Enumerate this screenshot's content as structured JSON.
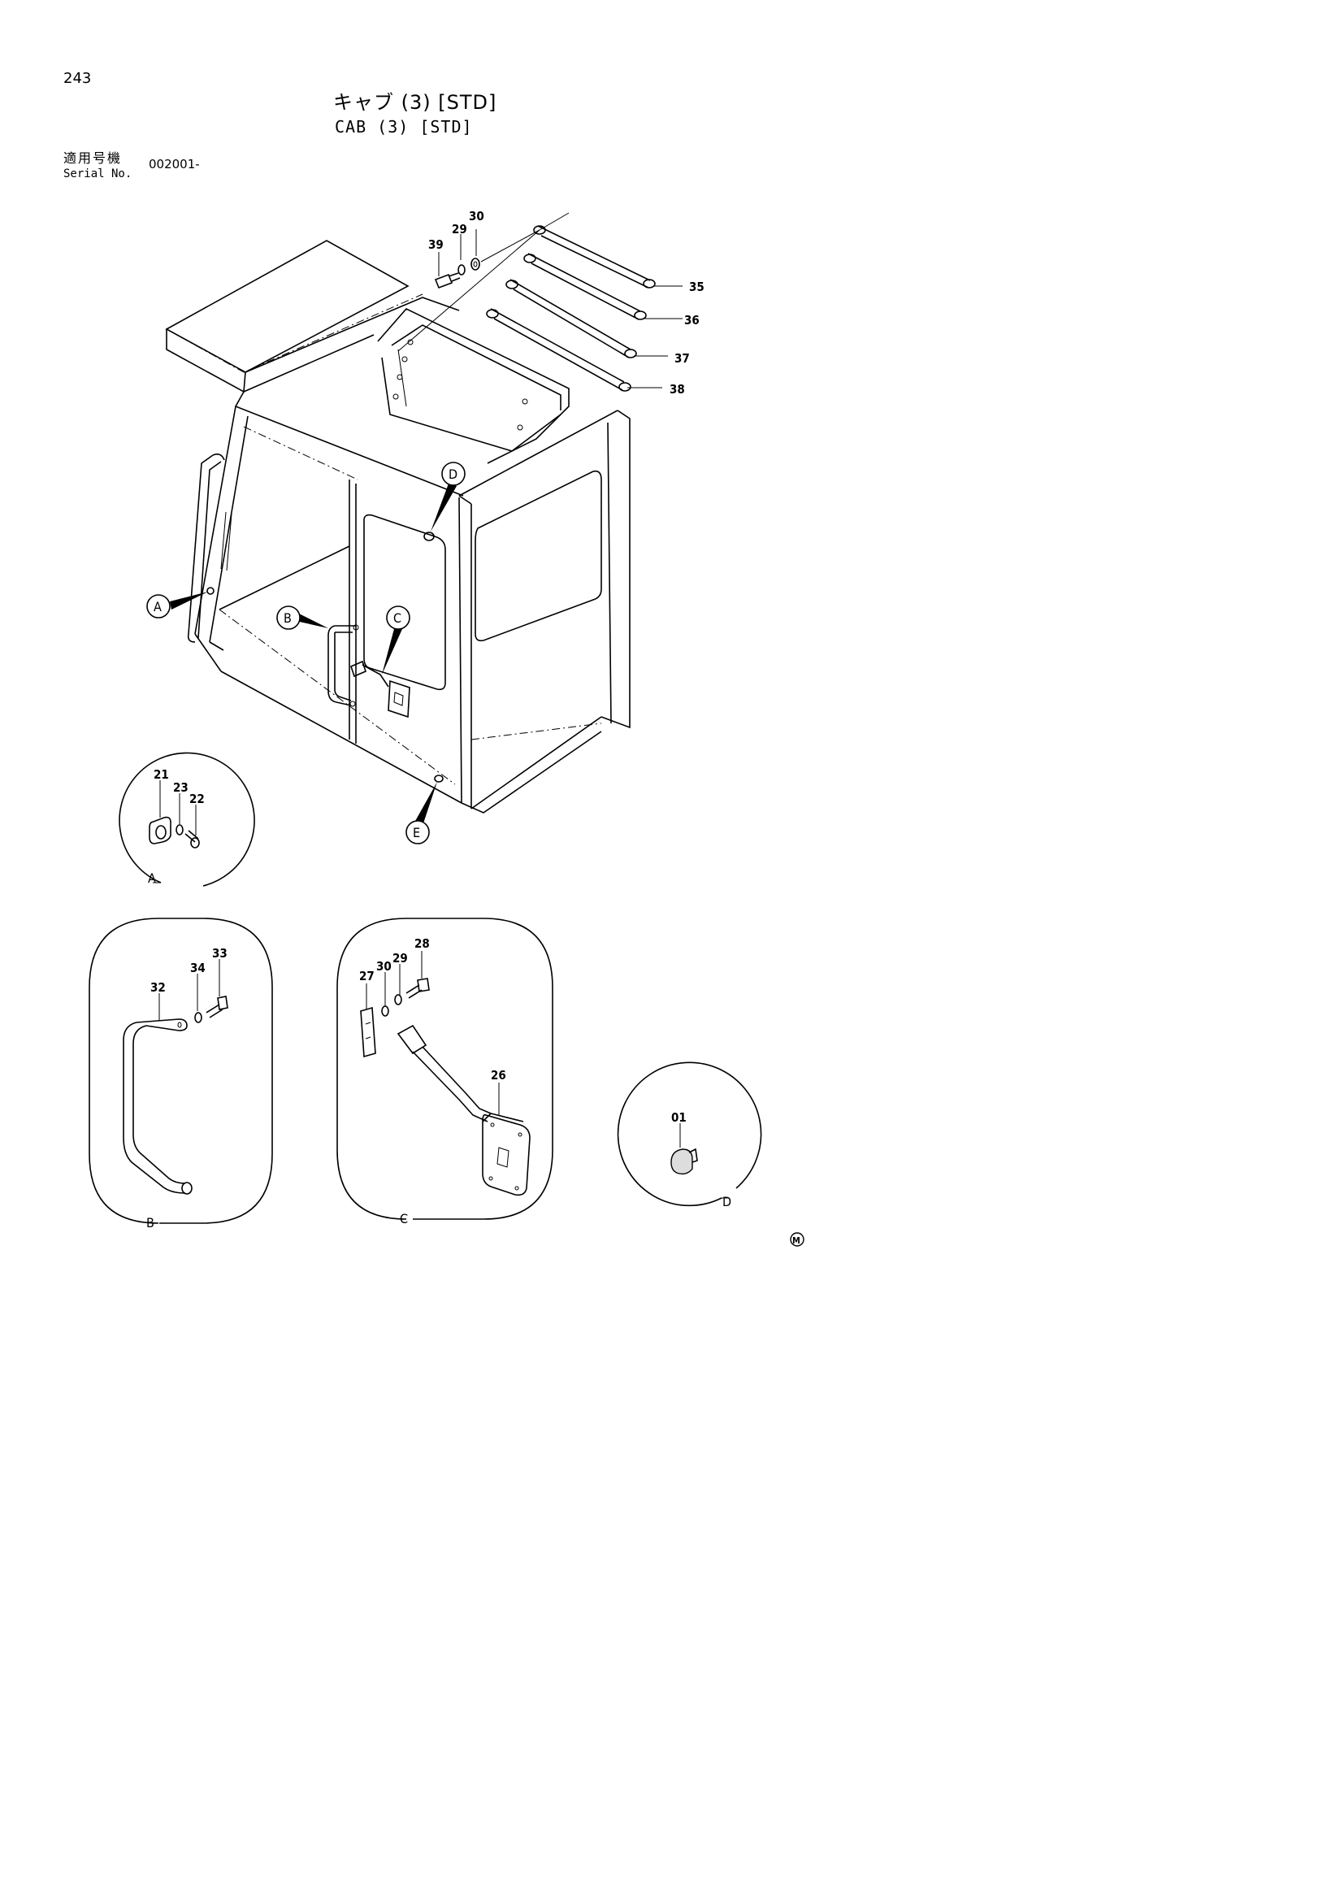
{
  "page_number": "243",
  "title_ja": "キャブ (3) [STD]",
  "title_en": "CAB (3) [STD]",
  "serial": {
    "label_ja": "適用号機",
    "label_en": "Serial No.",
    "value": "002001-"
  },
  "callouts": {
    "A": "A",
    "B": "B",
    "C": "C",
    "D": "D",
    "E": "E"
  },
  "parts": {
    "p01": "01",
    "p21": "21",
    "p22": "22",
    "p23": "23",
    "p26": "26",
    "p27": "27",
    "p28": "28",
    "p29a": "29",
    "p29b": "29",
    "p30a": "30",
    "p30b": "30",
    "p32": "32",
    "p33": "33",
    "p34": "34",
    "p35": "35",
    "p36": "36",
    "p37": "37",
    "p38": "38",
    "p39": "39"
  },
  "detail_labels": {
    "A": "A",
    "B": "B",
    "C": "C",
    "D": "D"
  },
  "mark": "M"
}
